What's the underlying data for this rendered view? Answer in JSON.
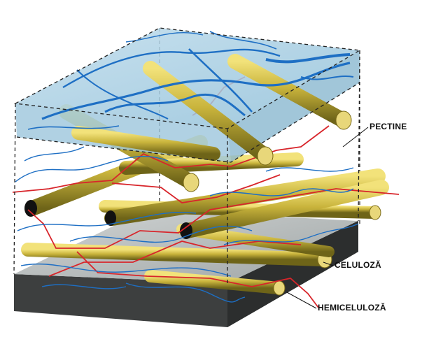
{
  "labels": {
    "pectine": "PECTINE",
    "celuloza": "CELULOZĂ",
    "hemiceluloza": "HEMICELULOZĂ"
  },
  "colors": {
    "pectin_matrix": "#a9cfe3",
    "pectin_strands": "#1e6fc4",
    "hemicellulose": "#d8252b",
    "cellulose": "#bfae3a",
    "base_plate": "#4a4a4a"
  }
}
